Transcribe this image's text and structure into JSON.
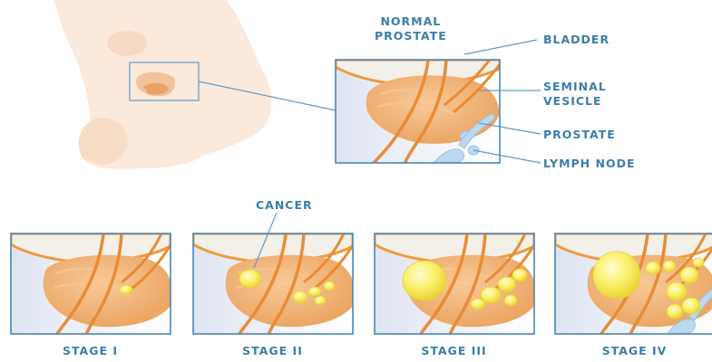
{
  "labels": {
    "normal_prostate_line1": "NORMAL",
    "normal_prostate_line2": "PROSTATE",
    "bladder": "BLADDER",
    "seminal_vesicle_line1": "SEMINAL",
    "seminal_vesicle_line2": "VESICLE",
    "prostate": "PROSTATE",
    "lymph_node": "LYMPH NODE",
    "cancer": "CANCER"
  },
  "stages": [
    {
      "label": "STAGE I"
    },
    {
      "label": "STAGE II"
    },
    {
      "label": "STAGE III"
    },
    {
      "label": "STAGE IV"
    }
  ],
  "colors": {
    "label_blue": "#3a7fa8",
    "skin": "#fbe9dc",
    "bladder": "#f3efe9",
    "bladder_rim": "#ef9a3a",
    "prostate": "#f0b477",
    "prostate_dark": "#e8943f",
    "vas": "#e98b34",
    "cancer": "#f9ee4a",
    "lymph": "#bcd8ef",
    "frame": "#4a86b5",
    "pointer": "#5c9cc9"
  }
}
